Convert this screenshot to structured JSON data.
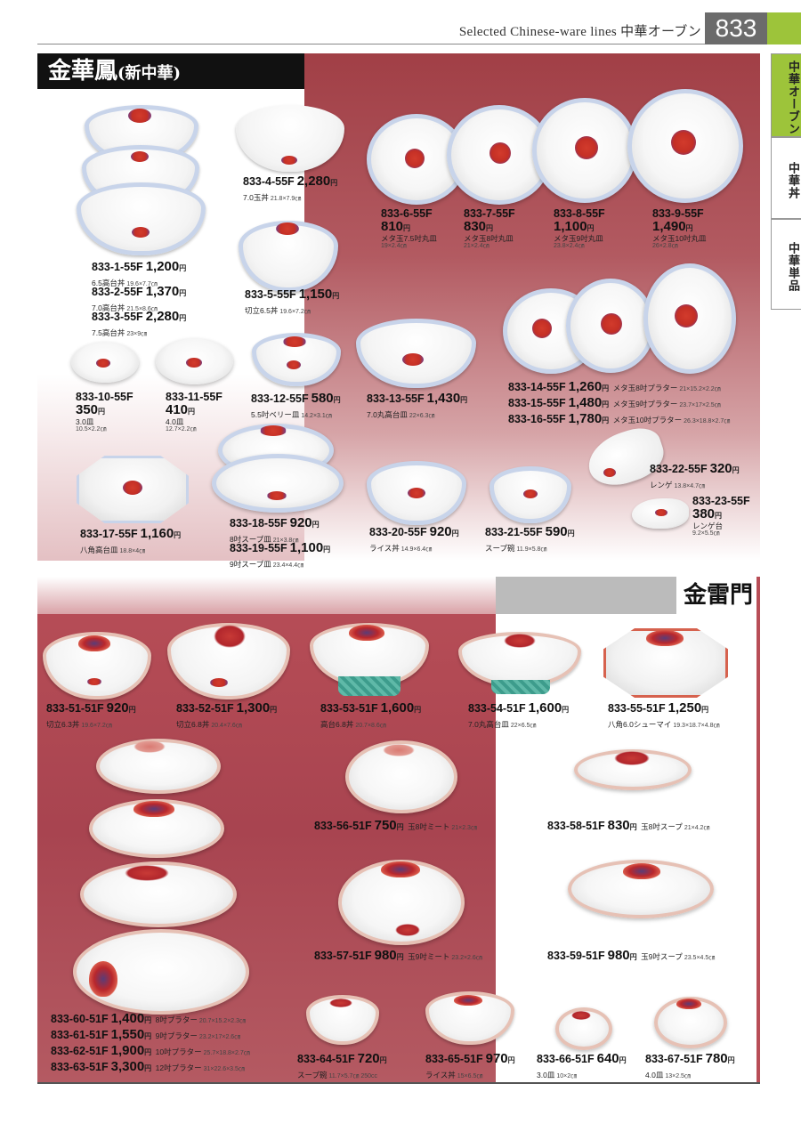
{
  "header": {
    "title": "Selected Chinese-ware lines 中華オーブン",
    "page": "833"
  },
  "tabs": [
    "中華オーブン",
    "中華丼",
    "中華単品"
  ],
  "section1": {
    "title": "金華鳳",
    "subtitle": "(新中華)",
    "items": [
      {
        "code": "833-1-55F",
        "price": "1,200",
        "desc": "6.5高台丼",
        "dim": "19.6×7.7㎝"
      },
      {
        "code": "833-2-55F",
        "price": "1,370",
        "desc": "7.0高台丼",
        "dim": "21.5×8.6㎝"
      },
      {
        "code": "833-3-55F",
        "price": "2,280",
        "desc": "7.5高台丼",
        "dim": "23×9㎝"
      },
      {
        "code": "833-4-55F",
        "price": "2,280",
        "desc": "7.0玉丼",
        "dim": "21.8×7.9㎝"
      },
      {
        "code": "833-5-55F",
        "price": "1,150",
        "desc": "切立6.5丼",
        "dim": "19.6×7.2㎝"
      },
      {
        "code": "833-6-55F",
        "price": "810",
        "desc": "メタ玉7.5吋丸皿",
        "dim": "19×2.4㎝"
      },
      {
        "code": "833-7-55F",
        "price": "830",
        "desc": "メタ玉8吋丸皿",
        "dim": "21×2.4㎝"
      },
      {
        "code": "833-8-55F",
        "price": "1,100",
        "desc": "メタ玉9吋丸皿",
        "dim": "23.8×2.4㎝"
      },
      {
        "code": "833-9-55F",
        "price": "1,490",
        "desc": "メタ玉10吋丸皿",
        "dim": "26×2.8㎝"
      },
      {
        "code": "833-10-55F",
        "price": "350",
        "desc": "3.0皿",
        "dim": "10.5×2.2㎝"
      },
      {
        "code": "833-11-55F",
        "price": "410",
        "desc": "4.0皿",
        "dim": "12.7×2.2㎝"
      },
      {
        "code": "833-12-55F",
        "price": "580",
        "desc": "5.5吋ベリー皿",
        "dim": "14.2×3.1㎝"
      },
      {
        "code": "833-13-55F",
        "price": "1,430",
        "desc": "7.0丸高台皿",
        "dim": "22×6.3㎝"
      },
      {
        "code": "833-14-55F",
        "price": "1,260",
        "desc": "メタ玉8吋プラター",
        "dim": "21×15.2×2.2㎝"
      },
      {
        "code": "833-15-55F",
        "price": "1,480",
        "desc": "メタ玉9吋プラター",
        "dim": "23.7×17×2.5㎝"
      },
      {
        "code": "833-16-55F",
        "price": "1,780",
        "desc": "メタ玉10吋プラター",
        "dim": "26.3×18.8×2.7㎝"
      },
      {
        "code": "833-17-55F",
        "price": "1,160",
        "desc": "八角高台皿",
        "dim": "18.8×4㎝"
      },
      {
        "code": "833-18-55F",
        "price": "920",
        "desc": "8吋スープ皿",
        "dim": "21×3.8㎝"
      },
      {
        "code": "833-19-55F",
        "price": "1,100",
        "desc": "9吋スープ皿",
        "dim": "23.4×4.4㎝"
      },
      {
        "code": "833-20-55F",
        "price": "920",
        "desc": "ライス丼",
        "dim": "14.9×6.4㎝"
      },
      {
        "code": "833-21-55F",
        "price": "590",
        "desc": "スープ碗",
        "dim": "11.9×5.8㎝"
      },
      {
        "code": "833-22-55F",
        "price": "320",
        "desc": "レンゲ",
        "dim": "13.8×4.7㎝"
      },
      {
        "code": "833-23-55F",
        "price": "380",
        "desc": "レンゲ台",
        "dim": "9.2×5.5㎝"
      }
    ]
  },
  "section2": {
    "title": "金雷門",
    "items": [
      {
        "code": "833-51-51F",
        "price": "920",
        "desc": "切立6.3丼",
        "dim": "19.6×7.2㎝"
      },
      {
        "code": "833-52-51F",
        "price": "1,300",
        "desc": "切立6.8丼",
        "dim": "20.4×7.6㎝"
      },
      {
        "code": "833-53-51F",
        "price": "1,600",
        "desc": "高台6.8丼",
        "dim": "20.7×8.6㎝"
      },
      {
        "code": "833-54-51F",
        "price": "1,600",
        "desc": "7.0丸高台皿",
        "dim": "22×6.5㎝"
      },
      {
        "code": "833-55-51F",
        "price": "1,250",
        "desc": "八角6.0シューマイ",
        "dim": "19.3×18.7×4.8㎝"
      },
      {
        "code": "833-56-51F",
        "price": "750",
        "desc": "玉8吋ミート",
        "dim": "21×2.3㎝"
      },
      {
        "code": "833-57-51F",
        "price": "980",
        "desc": "玉9吋ミート",
        "dim": "23.2×2.6㎝"
      },
      {
        "code": "833-58-51F",
        "price": "830",
        "desc": "玉8吋スープ",
        "dim": "21×4.2㎝"
      },
      {
        "code": "833-59-51F",
        "price": "980",
        "desc": "玉9吋スープ",
        "dim": "23.5×4.5㎝"
      },
      {
        "code": "833-60-51F",
        "price": "1,400",
        "desc": "8吋プラター",
        "dim": "20.7×15.2×2.3㎝"
      },
      {
        "code": "833-61-51F",
        "price": "1,550",
        "desc": "9吋プラター",
        "dim": "23.2×17×2.6㎝"
      },
      {
        "code": "833-62-51F",
        "price": "1,900",
        "desc": "10吋プラター",
        "dim": "25.7×18.8×2.7㎝"
      },
      {
        "code": "833-63-51F",
        "price": "3,300",
        "desc": "12吋プラター",
        "dim": "31×22.6×3.5㎝"
      },
      {
        "code": "833-64-51F",
        "price": "720",
        "desc": "スープ碗",
        "dim": "11.7×5.7㎝ 250cc"
      },
      {
        "code": "833-65-51F",
        "price": "970",
        "desc": "ライス丼",
        "dim": "15×6.5㎝"
      },
      {
        "code": "833-66-51F",
        "price": "640",
        "desc": "3.0皿",
        "dim": "10×2㎝"
      },
      {
        "code": "833-67-51F",
        "price": "780",
        "desc": "4.0皿",
        "dim": "13×2.5㎝"
      }
    ]
  },
  "yen": "円"
}
